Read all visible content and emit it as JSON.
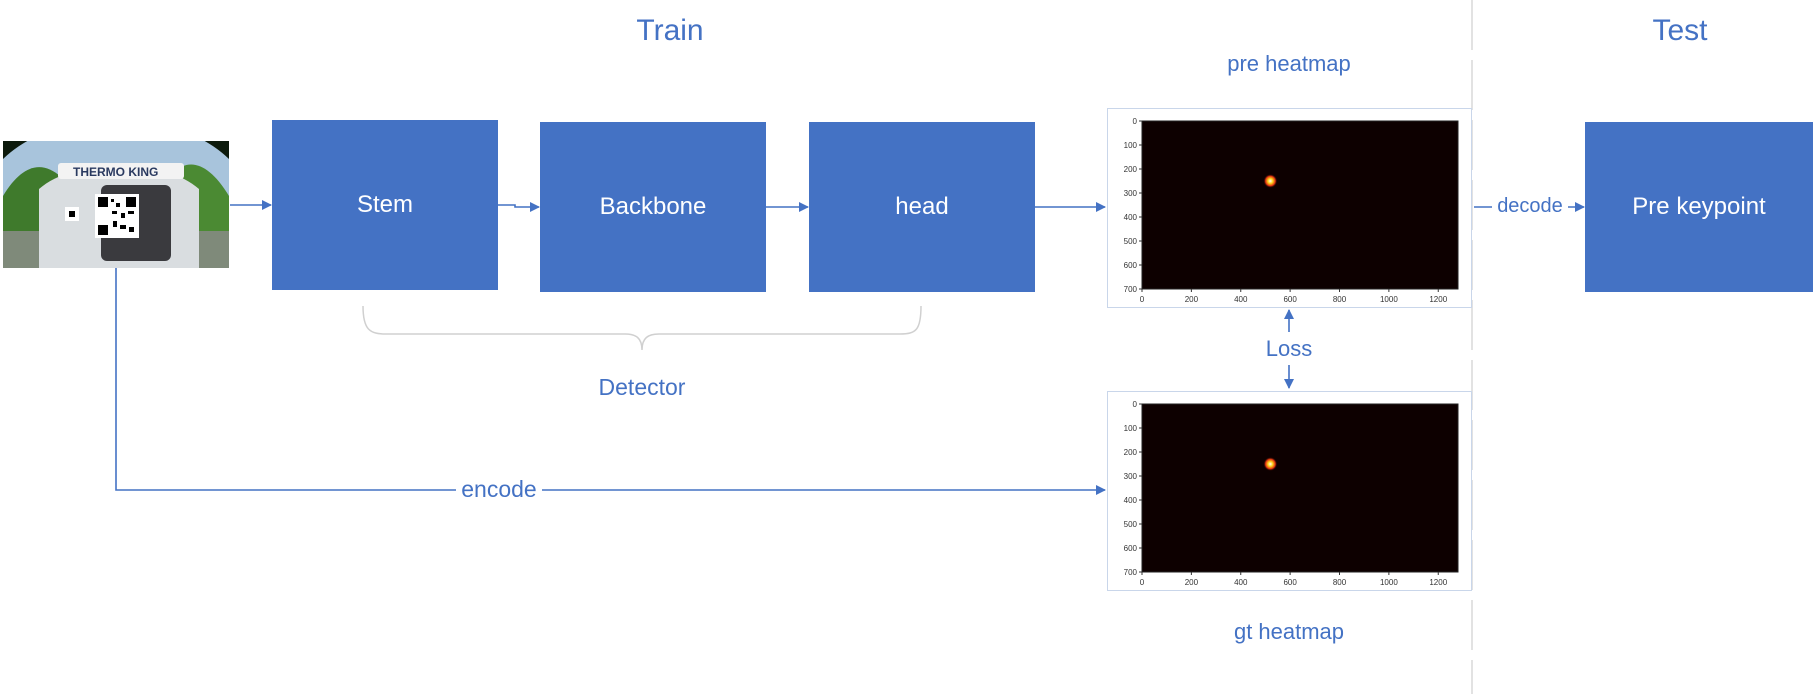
{
  "titles": {
    "train": "Train",
    "test": "Test"
  },
  "blocks": {
    "stem": "Stem",
    "backbone": "Backbone",
    "head": "head",
    "pre_keypoint": "Pre keypoint"
  },
  "labels": {
    "detector": "Detector",
    "encode": "encode",
    "decode": "decode",
    "loss": "Loss",
    "pre_heatmap": "pre heatmap",
    "gt_heatmap": "gt heatmap"
  },
  "photo": {
    "brand_text": "THERMO KING"
  },
  "heatmap_axes": {
    "x_ticks": [
      "0",
      "200",
      "400",
      "600",
      "800",
      "1000",
      "1200"
    ],
    "y_ticks": [
      "0",
      "100",
      "200",
      "300",
      "400",
      "500",
      "600",
      "700"
    ]
  },
  "colors": {
    "accent": "#4472c4",
    "plot_bg": "#0d0000",
    "hotspot": "#ffd21a"
  }
}
